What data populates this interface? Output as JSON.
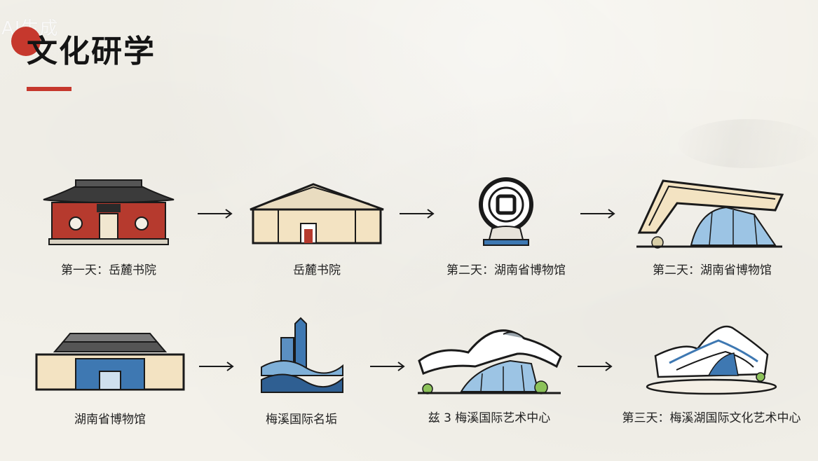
{
  "watermark": "AI生成",
  "title": "文化研学",
  "colors": {
    "accent": "#c6382d",
    "ink": "#1a1a1a",
    "blue": "#3e78b2",
    "cream": "#f3e3c2"
  },
  "row1": [
    {
      "label": "第一天：岳麓书院",
      "icon": "yuelu-academy-gate-icon"
    },
    {
      "label": "岳麓书院",
      "icon": "academy-hall-icon"
    },
    {
      "label": "第二天：湖南省博物馆",
      "icon": "museum-coin-emblem-icon"
    },
    {
      "label": "第二天：湖南省博物馆",
      "icon": "museum-modern-building-icon"
    }
  ],
  "row2": [
    {
      "label": "湖南省博物馆",
      "icon": "museum-facade-icon"
    },
    {
      "label": "梅溪国际名垢",
      "icon": "meixi-lake-tower-icon"
    },
    {
      "label": "兹 3 梅溪国际艺术中心",
      "icon": "art-center-wave-roof-icon"
    },
    {
      "label": "第三天：梅溪湖国际文化艺术中心",
      "icon": "culture-art-center-icon"
    }
  ]
}
